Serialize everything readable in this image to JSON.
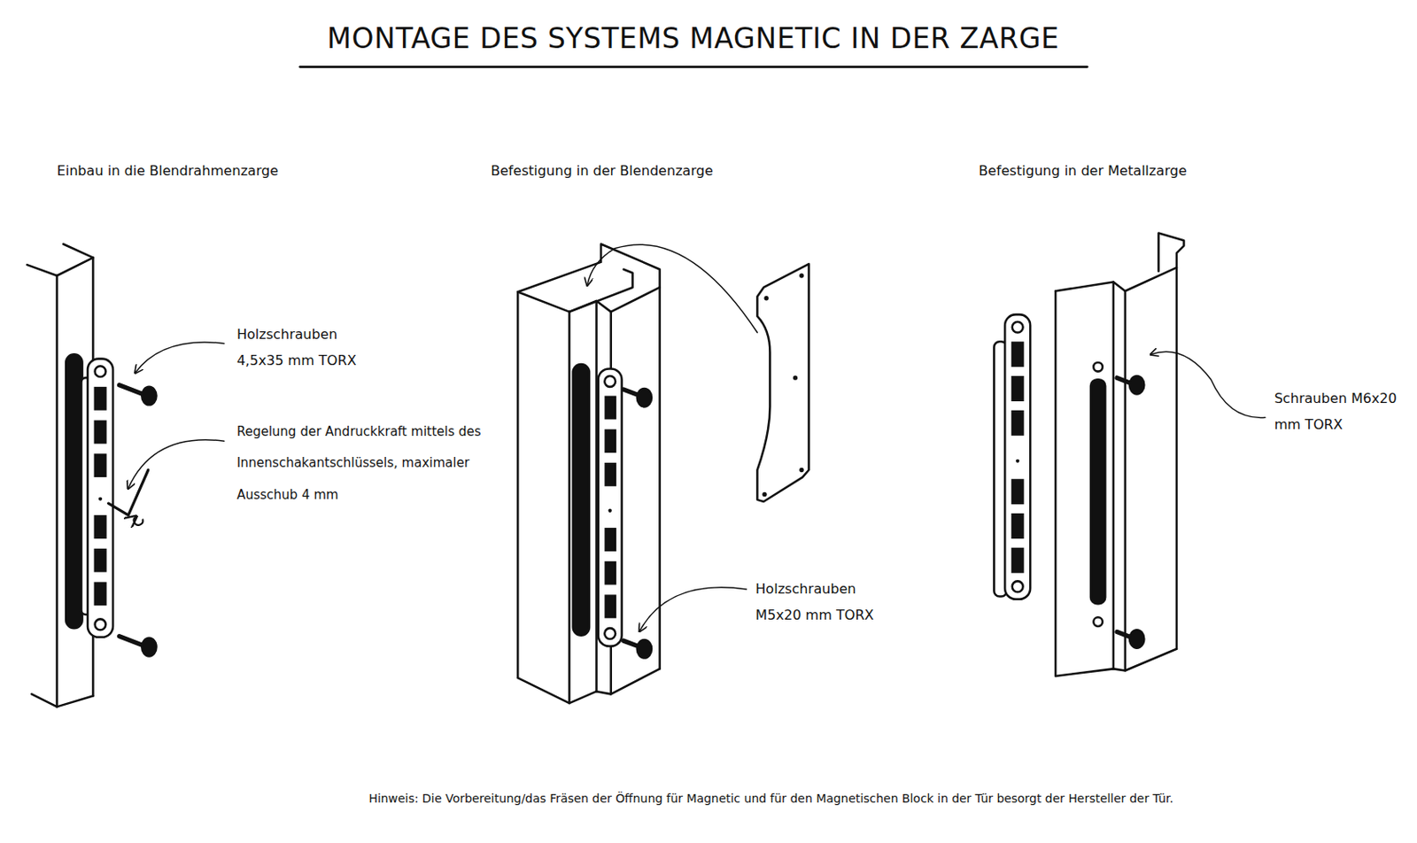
{
  "diagram": {
    "title": "MONTAGE DES SYSTEMS MAGNETIC IN DER ZARGE",
    "labels": [
      "Einbau in die Blendrahmenzarge",
      "Befestigung in der Blendenzarge",
      "Befestigung in der Metallzarge",
      "Holzschrauben 4,5x35 mm TORX",
      "Regelung der Andruckkraft mittels des Innenschakantschlüssels, maximaler Ausschub 4 mm",
      "Holzschrauben M5x20 mm TORX",
      "Schrauben M6x20 mm TORX",
      "Hinweis: Die Vorbereitung/das Fräsen der Öffnung für Magnetic und für den Magnetischen Block in der Tür besorgt der Hersteller der Tür."
    ]
  }
}
